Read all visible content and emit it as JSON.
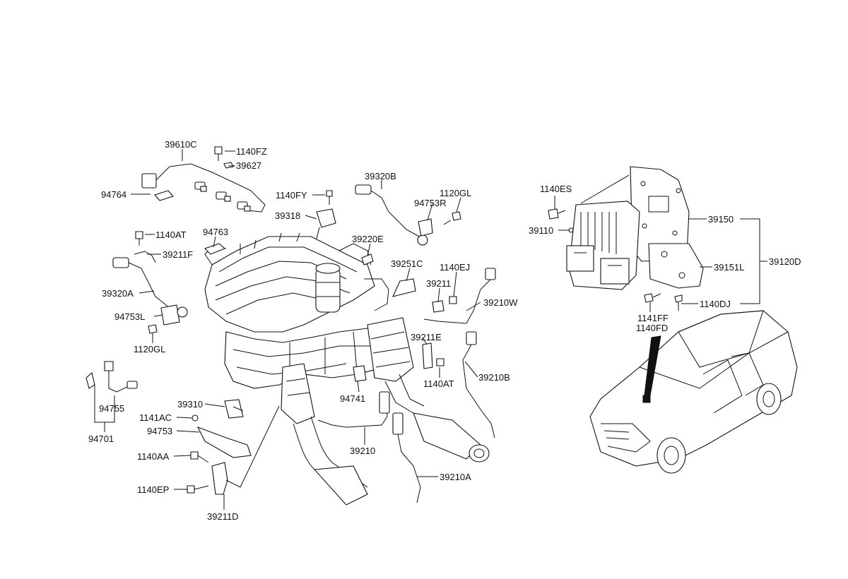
{
  "labels": {
    "l_39610C": "39610C",
    "l_1140FZ": "1140FZ",
    "l_39627": "39627",
    "l_94764": "94764",
    "l_1140FY": "1140FY",
    "l_39318": "39318",
    "l_39320B": "39320B",
    "l_1120GL_a": "1120GL",
    "l_94753R": "94753R",
    "l_1140AT_a": "1140AT",
    "l_94763": "94763",
    "l_39211F": "39211F",
    "l_39220E": "39220E",
    "l_39320A": "39320A",
    "l_39251C": "39251C",
    "l_1140EJ": "1140EJ",
    "l_39211": "39211",
    "l_39210W": "39210W",
    "l_94753L": "94753L",
    "l_1120GL_b": "1120GL",
    "l_39211E": "39211E",
    "l_39210B": "39210B",
    "l_1140AT_b": "1140AT",
    "l_94755": "94755",
    "l_94701": "94701",
    "l_94741": "94741",
    "l_39310": "39310",
    "l_1141AC": "1141AC",
    "l_94753": "94753",
    "l_39210": "39210",
    "l_1140AA": "1140AA",
    "l_39210A": "39210A",
    "l_1140EP": "1140EP",
    "l_39211D": "39211D",
    "l_1140ES": "1140ES",
    "l_39110": "39110",
    "l_39150": "39150",
    "l_39151L": "39151L",
    "l_39120D": "39120D",
    "l_1140DJ": "1140DJ",
    "l_1141FF": "1141FF",
    "l_1140FD": "1140FD"
  }
}
